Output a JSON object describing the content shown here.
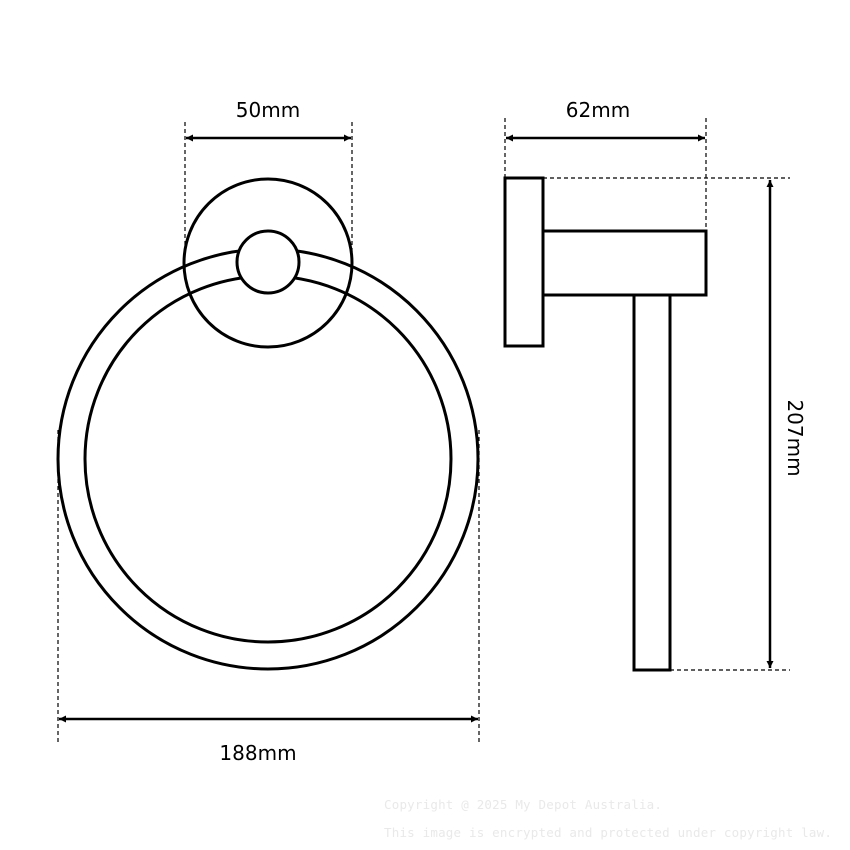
{
  "dimensions": {
    "rose_diameter": "50mm",
    "projection": "62mm",
    "height": "207mm",
    "ring_width": "188mm"
  },
  "watermark": {
    "line1": "Copyright @ 2025 My Depot Australia.",
    "line2": "This image is encrypted and protected under copyright law."
  }
}
